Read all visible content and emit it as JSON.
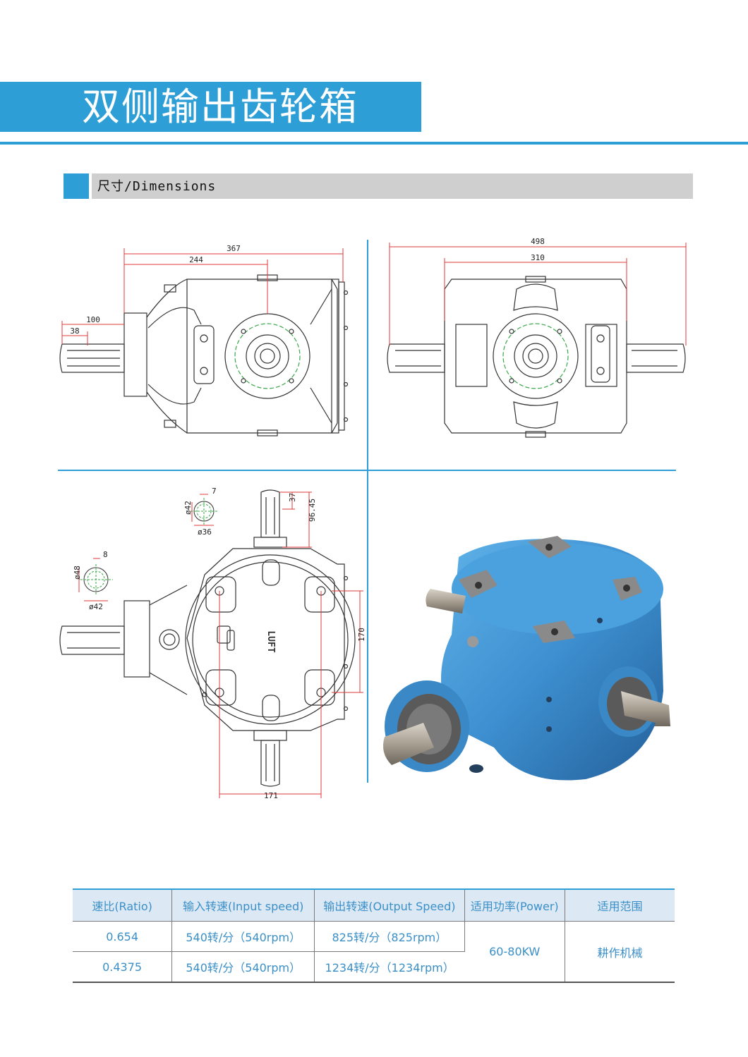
{
  "header": {
    "title": "双侧输出齿轮箱"
  },
  "section": {
    "label": "尺寸/Dimensions"
  },
  "drawings": {
    "top_left": {
      "dims": {
        "overall": "367",
        "inner": "244",
        "shaft": "100",
        "spline": "38"
      }
    },
    "top_right": {
      "dims": {
        "overall": "498",
        "inner": "310"
      }
    },
    "bottom_left": {
      "dims": {
        "d7": "7",
        "d42a": "ø42",
        "d36": "ø36",
        "d37": "37",
        "d9645": "96.45",
        "d8": "8",
        "d48": "ø48",
        "d42b": "ø42",
        "d170": "170",
        "d171": "171"
      },
      "logo_text": "LUFT"
    }
  },
  "table": {
    "headers": [
      "速比(Ratio)",
      "输入转速(Input speed)",
      "输出转速(Output Speed)",
      "适用功率(Power)",
      "适用范围"
    ],
    "rows": [
      [
        "0.654",
        "540转/分（540rpm）",
        "825转/分（825rpm）"
      ],
      [
        "0.4375",
        "540转/分（540rpm）",
        "1234转/分（1234rpm）"
      ]
    ],
    "power": "60-80KW",
    "range": "耕作机械"
  },
  "colors": {
    "accent": "#2e9fd6",
    "gearbox_blue": "#3d8fd0",
    "dimension_red": "#e03a3a",
    "header_gray": "#cfcfcf"
  }
}
